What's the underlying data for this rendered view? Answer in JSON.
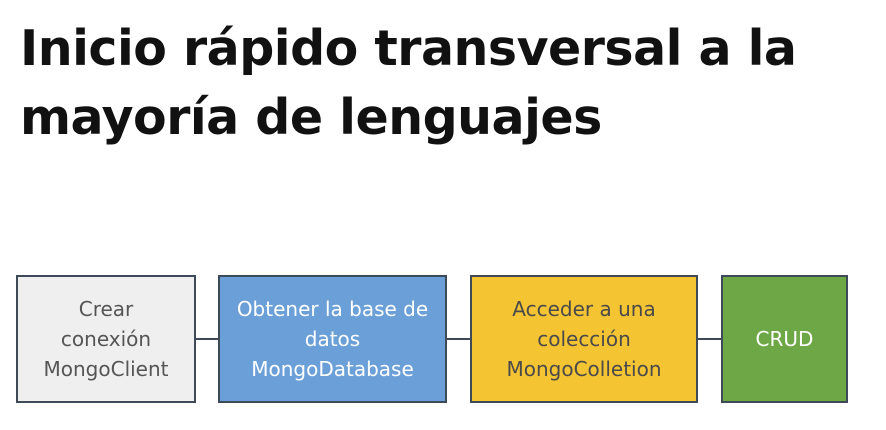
{
  "title": {
    "line1": "Inicio rápido transversal a la",
    "line2": "mayoría de lenguajes"
  },
  "steps": [
    {
      "lines": [
        "Crear",
        "conexión",
        "MongoClient"
      ],
      "fill": "#efefef",
      "text_color": "#555555"
    },
    {
      "lines": [
        "Obtener la base de",
        "datos",
        "MongoDatabase"
      ],
      "fill": "#6a9fd7",
      "text_color": "#ffffff"
    },
    {
      "lines": [
        "Acceder a una",
        "colección",
        "MongoColletion"
      ],
      "fill": "#f5c433",
      "text_color": "#4a4a4a"
    },
    {
      "lines": [
        "CRUD"
      ],
      "fill": "#6ea846",
      "text_color": "#ffffff"
    }
  ],
  "colors": {
    "border": "#3e4a57",
    "connector": "#3e4a57"
  }
}
